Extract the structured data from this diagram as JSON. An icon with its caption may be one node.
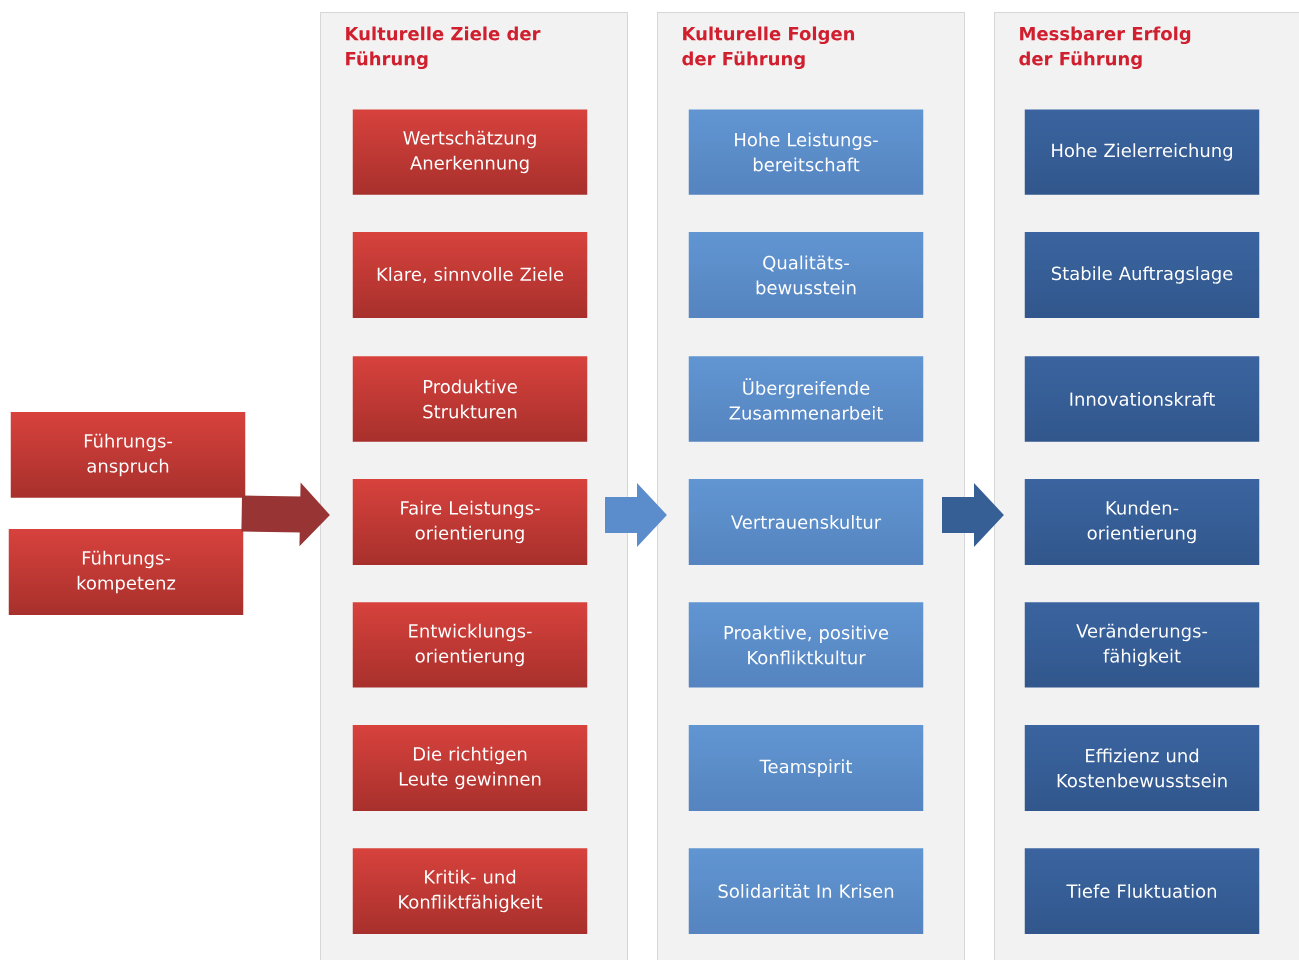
{
  "diagram": {
    "nodes": [
      {
        "text": [
          "Führungs- anspruch"
        ]
      },
      {
        "text": [
          "Führungs- kompetenz"
        ]
      },
      {
        "text": [
          "Kulturelle Ziele der Führung"
        ]
      },
      {
        "text": [
          "Wertschätzung Anerkennung"
        ],
        "in": 2
      },
      {
        "text": [
          "Klare, sinnvolle Ziele"
        ],
        "in": 2
      },
      {
        "text": [
          "Produktive Strukturen"
        ],
        "in": 2
      },
      {
        "text": [
          "Faire Leistungs- orientierung"
        ],
        "in": 2
      },
      {
        "text": [
          "Entwicklungs- orientierung"
        ],
        "in": 2
      },
      {
        "text": [
          "Die richtigen Leute gewinnen"
        ],
        "in": 2
      },
      {
        "text": [
          "Kritik- und Konfliktfähigkeit"
        ],
        "in": 2
      },
      {
        "text": [
          "Kulturelle Folgen der Führung"
        ]
      },
      {
        "text": [
          "Hohe Leistungs- bereitschaft"
        ],
        "in": 10
      },
      {
        "text": [
          "Qualitäts- bewusstein"
        ],
        "in": 10
      },
      {
        "text": [
          "Übergreifende Zusammenarbeit"
        ],
        "in": 10
      },
      {
        "text": [
          "Vertrauenskultur"
        ],
        "in": 10
      },
      {
        "text": [
          "Proaktive, positive Konfliktkultur"
        ],
        "in": 10
      },
      {
        "text": [
          "Teamspirit"
        ],
        "in": 10
      },
      {
        "text": [
          "Solidarität In Krisen"
        ],
        "in": 10
      },
      {
        "text": [
          "Messbarer Erfolg der Führung"
        ]
      },
      {
        "text": [
          "Hohe Zielerreichung"
        ],
        "in": 18
      },
      {
        "text": [
          "Stabile Auftragslage"
        ],
        "in": 18
      },
      {
        "text": [
          "Innovationskraft"
        ],
        "in": 18
      },
      {
        "text": [
          "Kunden- orientierung"
        ],
        "in": 18
      },
      {
        "text": [
          "Veränderungs- fähigkeit"
        ],
        "in": 18
      },
      {
        "text": [
          "Effizienz und Kostenbewusstsein"
        ],
        "in": 18
      },
      {
        "text": [
          "Tiefe Fluktuation"
        ],
        "in": 18
      }
    ],
    "edges": [
      {
        "from": 0,
        "to": 2,
        "arrow": "to",
        "color": "#983434"
      },
      {
        "from": 1,
        "to": 2,
        "arrow": "to",
        "color": "#983434"
      },
      {
        "from": 2,
        "to": 10,
        "arrow": "to",
        "color": "#5b8ccb"
      },
      {
        "from": 10,
        "to": 18,
        "arrow": "to",
        "color": "#365f96"
      }
    ]
  }
}
